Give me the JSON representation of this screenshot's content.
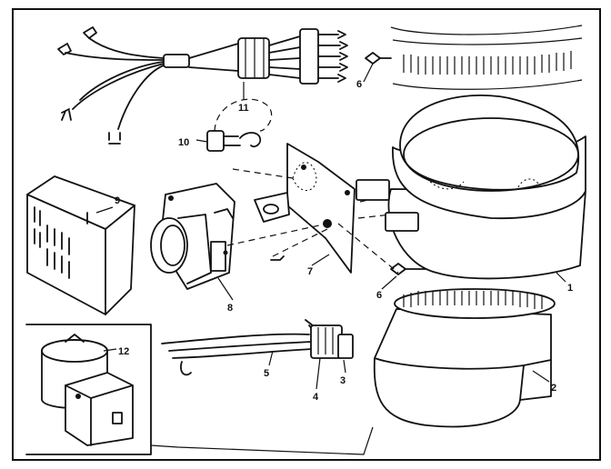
{
  "callouts": {
    "p1": "1",
    "p2": "2",
    "p3": "3",
    "p4": "4",
    "p5": "5",
    "p6a": "6",
    "p6b": "6",
    "p7": "7",
    "p8": "8",
    "p9": "9",
    "p10": "10",
    "p11": "11",
    "p12": "12"
  }
}
